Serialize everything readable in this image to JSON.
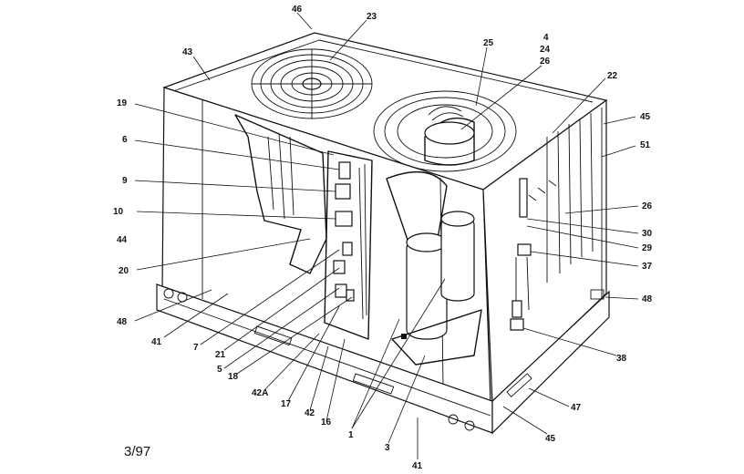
{
  "diagram": {
    "date_code": "3/97",
    "callouts": [
      {
        "id": "c46",
        "text": "46"
      },
      {
        "id": "c23",
        "text": "23"
      },
      {
        "id": "c43",
        "text": "43"
      },
      {
        "id": "c25",
        "text": "25"
      },
      {
        "id": "c4",
        "text": "4"
      },
      {
        "id": "c24",
        "text": "24"
      },
      {
        "id": "c26a",
        "text": "26"
      },
      {
        "id": "c22",
        "text": "22"
      },
      {
        "id": "c19",
        "text": "19"
      },
      {
        "id": "c6",
        "text": "6"
      },
      {
        "id": "c45a",
        "text": "45"
      },
      {
        "id": "c51",
        "text": "51"
      },
      {
        "id": "c9",
        "text": "9"
      },
      {
        "id": "c10",
        "text": "10"
      },
      {
        "id": "c26b",
        "text": "26"
      },
      {
        "id": "c30",
        "text": "30"
      },
      {
        "id": "c44",
        "text": "44"
      },
      {
        "id": "c29",
        "text": "29"
      },
      {
        "id": "c20",
        "text": "20"
      },
      {
        "id": "c37",
        "text": "37"
      },
      {
        "id": "c48a",
        "text": "48"
      },
      {
        "id": "c48b",
        "text": "48"
      },
      {
        "id": "c41a",
        "text": "41"
      },
      {
        "id": "c7",
        "text": "7"
      },
      {
        "id": "c21",
        "text": "21"
      },
      {
        "id": "c38",
        "text": "38"
      },
      {
        "id": "c5",
        "text": "5"
      },
      {
        "id": "c18",
        "text": "18"
      },
      {
        "id": "c47",
        "text": "47"
      },
      {
        "id": "c42a",
        "text": "42A"
      },
      {
        "id": "c17",
        "text": "17"
      },
      {
        "id": "c42",
        "text": "42"
      },
      {
        "id": "c16",
        "text": "16"
      },
      {
        "id": "c1",
        "text": "1"
      },
      {
        "id": "c3",
        "text": "3"
      },
      {
        "id": "c45b",
        "text": "45"
      },
      {
        "id": "c41b",
        "text": "41"
      }
    ]
  }
}
